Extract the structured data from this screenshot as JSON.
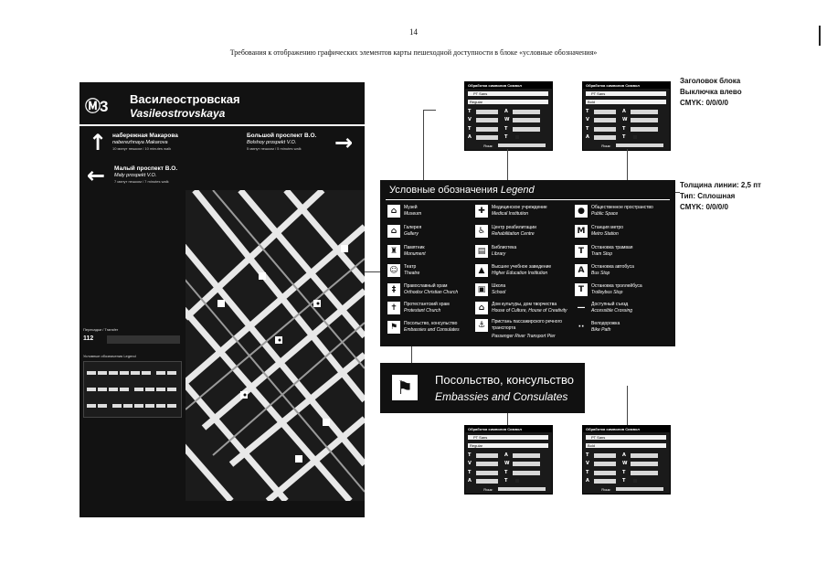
{
  "page": {
    "number": "14",
    "caption": "Требования к отображению графических элементов карты пешеходной доступности в блоке «условные обозначения»"
  },
  "sign": {
    "metro_logo": "Ⓜ3",
    "station_ru": "Василеостровская",
    "station_lat": "Vasileostrovskaya",
    "dir1": {
      "arrow": "↑",
      "ru": "набережная Макарова",
      "lat": "naberezhnaya Makarova",
      "walk": "10 минут пешком / 10 minutes walk"
    },
    "dir2": {
      "arrow": "→",
      "ru": "Большой проспект В.О.",
      "lat": "Bolshoy prospekt V.O.",
      "walk": "5 минут пешком / 5 minutes walk"
    },
    "dir3": {
      "arrow": "←",
      "ru": "Малый проспект В.О.",
      "lat": "Maly prospekt V.O.",
      "walk": "7 минут пешком / 7 minutes walk"
    },
    "mini_legend_title": "Условные обозначения Legend",
    "transfer_title": "Пересадки / Transfer",
    "transfer_value": "112"
  },
  "notes": {
    "n1": [
      "Заголовок блока",
      "Выключка влево",
      "CMYK: 0/0/0/0"
    ],
    "n2": [
      "Толщина линии: 2,5 пт",
      "Тип: Сплошная",
      "CMYK: 0/0/0/0"
    ]
  },
  "panels": {
    "header": "Обработка символов  Символ",
    "font": "PT Sans",
    "style1": "Regular",
    "style2": "Bold",
    "lang_label": "Язык:"
  },
  "legend": {
    "title_ru": "Условные обозначения",
    "title_en": "Legend",
    "items": [
      {
        "icon": "⌂",
        "ru": "Музей",
        "en": "Museum"
      },
      {
        "icon": "⌂",
        "ru": "Галерея",
        "en": "Gallery"
      },
      {
        "icon": "♜",
        "ru": "Памятник",
        "en": "Monument"
      },
      {
        "icon": "☺",
        "ru": "Театр",
        "en": "Theatre"
      },
      {
        "icon": "‡",
        "ru": "Православный храм",
        "en": "Orthodox Christian Church"
      },
      {
        "icon": "✝",
        "ru": "Протестантский храм",
        "en": "Protestant Church"
      },
      {
        "icon": "⚑",
        "ru": "Посольство, консульство",
        "en": "Embassies and Consulates"
      },
      {
        "icon": "✚",
        "ru": "Медицинское учреждение",
        "en": "Medical Institution"
      },
      {
        "icon": "♿",
        "ru": "Центр реабилитации",
        "en": "Rehabilitation Centre"
      },
      {
        "icon": "▤",
        "ru": "Библиотека",
        "en": "Library"
      },
      {
        "icon": "▲",
        "ru": "Высшее учебное заведение",
        "en": "Higher Education Institution"
      },
      {
        "icon": "▣",
        "ru": "Школа",
        "en": "School"
      },
      {
        "icon": "⌂",
        "ru": "Дом культуры, дом творчества",
        "en": "House of Culture, House of Creativity"
      },
      {
        "icon": "⚓",
        "ru": "Пристань пассажирского речного транспорта",
        "en": "Passenger River Transport Pier"
      },
      {
        "icon": "●",
        "ru": "Общественное пространство",
        "en": "Public Space"
      },
      {
        "icon": "M",
        "ru": "Станция метро",
        "en": "Metro Station"
      },
      {
        "icon": "T",
        "ru": "Остановка трамвая",
        "en": "Tram Stop"
      },
      {
        "icon": "A",
        "ru": "Остановка автобуса",
        "en": "Bus Stop"
      },
      {
        "icon": "T",
        "ru": "Остановка троллейбуса",
        "en": "Trolleybus Stop"
      },
      {
        "icon": "—",
        "ru": "Доступный съезд",
        "en": "Accessible Crossing"
      },
      {
        "icon": "··",
        "ru": "Велодорожка",
        "en": "Bike Path"
      }
    ]
  },
  "embassy": {
    "icon": "⚑",
    "ru": "Посольство, консульство",
    "en": "Embassies and Consulates"
  }
}
